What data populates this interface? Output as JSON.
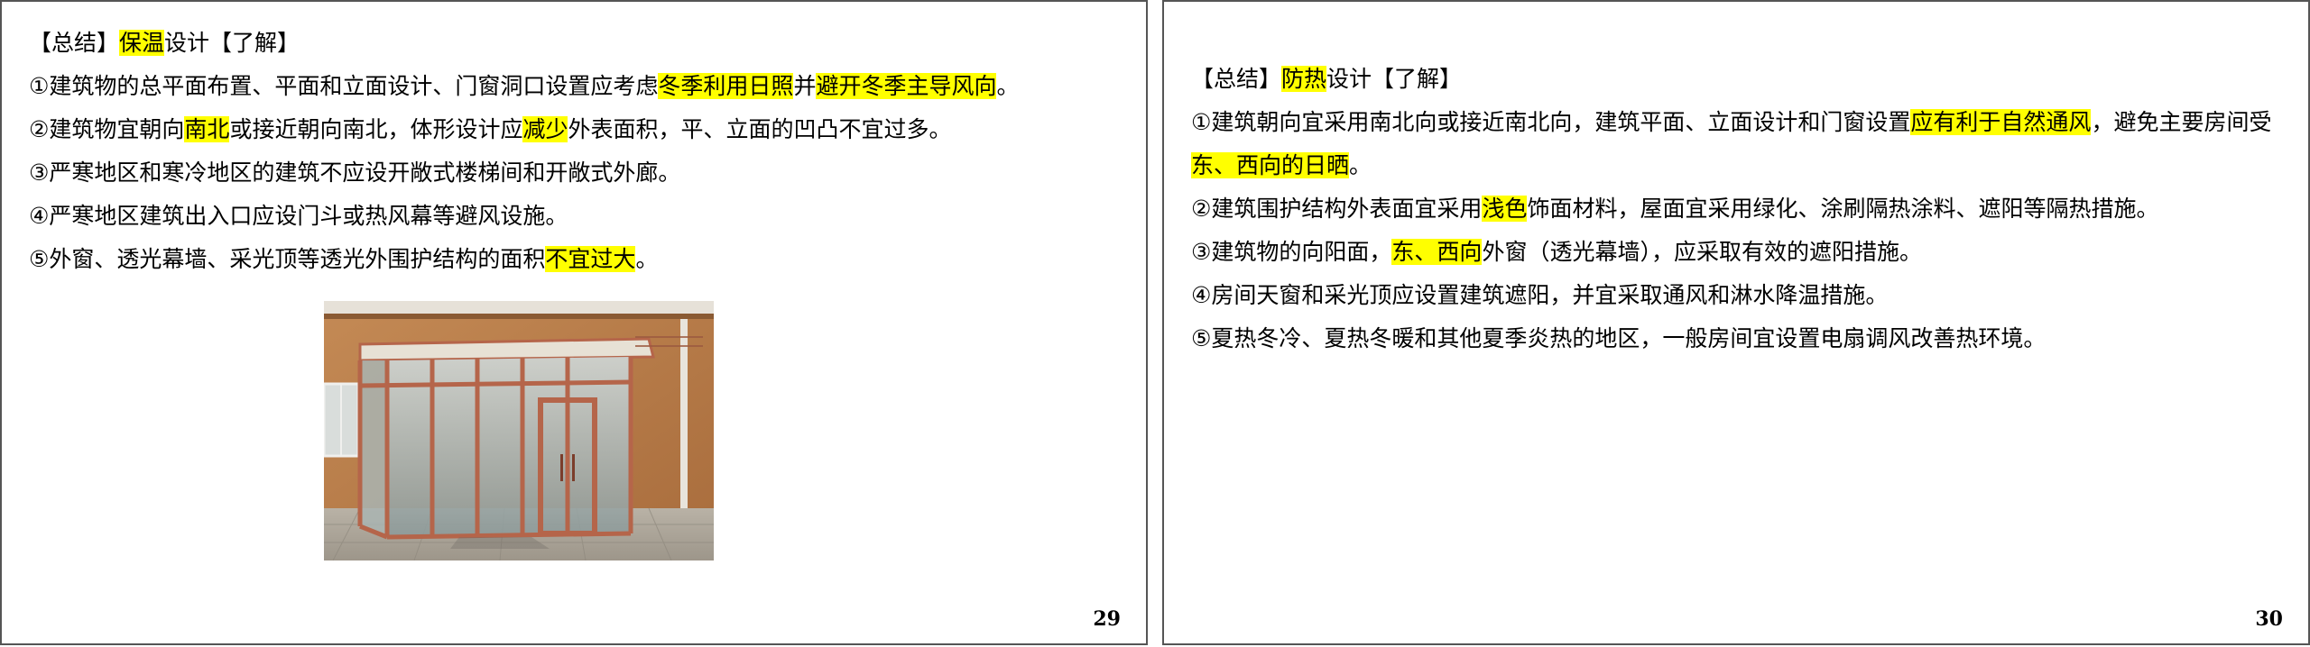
{
  "slides": [
    {
      "page_number": "29",
      "heading": {
        "pre": "【总结】",
        "highlight": "保温",
        "post": "设计【了解】"
      },
      "items": [
        {
          "t1": "①建筑物的总平面布置、平面和立面设计、门窗洞口设置应考虑",
          "h1": "冬季利用日照",
          "t2": "并",
          "h2": "避开冬季主导风向",
          "t3": "。"
        },
        {
          "t1": "②建筑物宜朝向",
          "h1": "南北",
          "t2": "或接近朝向南北，体形设计应",
          "h2": "减少",
          "t3": "外表面积，平、立面的凹凸不宜过多。"
        },
        {
          "t1": "③严寒地区和寒冷地区的建筑不应设开敞式楼梯间和开敞式外廊。"
        },
        {
          "t1": "④严寒地区建筑出入口应设门斗或热风幕等避风设施。"
        },
        {
          "t1": "⑤外窗、透光幕墙、采光顶等透光外围护结构的面积",
          "h1": "不宜过大",
          "t2": "。"
        }
      ]
    },
    {
      "page_number": "30",
      "heading": {
        "pre": "【总结】",
        "highlight": "防热",
        "post": "设计【了解】"
      },
      "items": [
        {
          "t1": "①建筑朝向宜采用南北向或接近南北向，建筑平面、立面设计和门窗设置",
          "h1": "应有利于自然通风",
          "t2": "，避免主要房间受",
          "h2": "东、西向的日晒",
          "t3": "。"
        },
        {
          "t1": "②建筑围护结构外表面宜采用",
          "h1": "浅色",
          "t2": "饰面材料，屋面宜采用绿化、涂刷隔热涂料、遮阳等隔热措施。"
        },
        {
          "t1": "③建筑物的向阳面，",
          "h1": "东、西向",
          "t2": "外窗（透光幕墙），应采取有效的遮阳措施。"
        },
        {
          "t1": "④房间天窗和采光顶应设置建筑遮阳，并宜采取通风和淋水降温措施。"
        },
        {
          "t1": "⑤夏热冬冷、夏热冬暖和其他夏季炎热的地区，一般房间宜设置电扇调风改善热环境。"
        }
      ]
    }
  ],
  "colors": {
    "highlight": "#ffff00",
    "border": "#555555",
    "wall": "#b77c4a",
    "frame": "#b5654a"
  }
}
